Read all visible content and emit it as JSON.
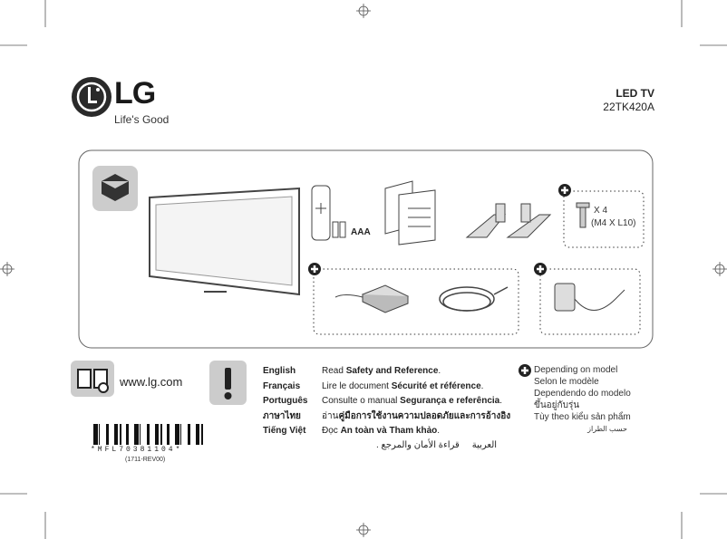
{
  "header": {
    "brand": "LG",
    "slogan": "Life's Good",
    "product_type": "LED TV",
    "model": "22TK420A"
  },
  "contents": {
    "battery_label": "AAA",
    "screw_qty": "X 4",
    "screw_spec": "(M4 X L10)"
  },
  "footer": {
    "website": "www.lg.com",
    "languages": [
      {
        "name": "English",
        "text_pre": "Read ",
        "text_bold": "Safety and Reference",
        "text_post": "."
      },
      {
        "name": "Français",
        "text_pre": "Lire le document ",
        "text_bold": "Sécurité et référence",
        "text_post": "."
      },
      {
        "name": "Português",
        "text_pre": "Consulte o manual ",
        "text_bold": "Segurança e referência",
        "text_post": "."
      },
      {
        "name": "ภาษาไทย",
        "text_pre": "อ่าน",
        "text_bold": "คู่มือการใช้งานความปลอดภัยและการอ้างอิง",
        "text_post": ""
      },
      {
        "name": "Tiếng Việt",
        "text_pre": "Đọc ",
        "text_bold": "An toàn và Tham khảo",
        "text_post": "."
      }
    ],
    "arabic_name": "العربية",
    "arabic_text": "قراءة الأمان والمرجع .",
    "model_note": [
      "Depending on model",
      "Selon le modèle",
      "Dependendo do modelo",
      "ขึ้นอยู่กับรุ่น",
      "Tùy theo kiểu sản phẩm",
      "حسب الطراز"
    ],
    "barcode_text": "*MFL70381104*",
    "revision": "(1711-REV00)"
  }
}
